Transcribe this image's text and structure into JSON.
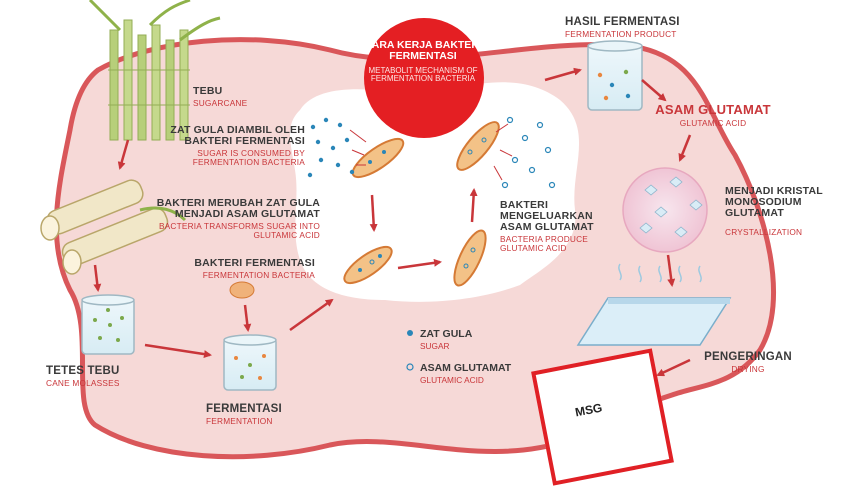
{
  "title": {
    "main": "CARA KERJA BAKTERI FERMENTASI",
    "sub": "METABOLIT MECHANISM OF FERMENTATION BACTERIA"
  },
  "steps": {
    "tebu": {
      "label": "TEBU",
      "sub": "SUGARCANE"
    },
    "zat_gula_diambil": {
      "label": "ZAT GULA DIAMBIL OLEH BAKTERI FERMENTASI",
      "sub": "SUGAR IS CONSUMED BY FERMENTATION BACTERIA"
    },
    "bakteri_merubah": {
      "label": "BAKTERI MERUBAH ZAT GULA MENJADI ASAM GLUTAMAT",
      "sub": "BACTERIA TRANSFORMS SUGAR INTO GLUTAMIC ACID"
    },
    "bakteri_fermentasi": {
      "label": "BAKTERI FERMENTASI",
      "sub": "FERMENTATION BACTERIA"
    },
    "tetes_tebu": {
      "label": "TETES TEBU",
      "sub": "CANE MOLASSES"
    },
    "fermentasi": {
      "label": "FERMENTASI",
      "sub": "FERMENTATION"
    },
    "hasil_fermentasi": {
      "label": "HASIL FERMENTASI",
      "sub": "FERMENTATION PRODUCT"
    },
    "asam_glutamat": {
      "label": "ASAM GLUTAMAT",
      "sub": "GLUTAMIC ACID"
    },
    "bakteri_mengeluarkan": {
      "label": "BAKTERI MENGELUARKAN ASAM GLUTAMAT",
      "sub": "BACTERIA PRODUCE GLUTAMIC ACID"
    },
    "menjadi_kristal": {
      "label": "MENJADI KRISTAL MONOSODIUM GLUTAMAT",
      "sub": "CRYSTALLIZATION"
    },
    "pengeringan": {
      "label": "PENGERINGAN",
      "sub": "DRYING"
    },
    "msg": {
      "label": "MSG"
    }
  },
  "legend": {
    "sugar": {
      "label": "ZAT GULA",
      "sub": "SUGAR"
    },
    "glutamic": {
      "label": "ASAM GLUTAMAT",
      "sub": "GLUTAMIC ACID"
    }
  },
  "colors": {
    "outline": "#d9575a",
    "fill": "#f6d9d7",
    "arrow": "#c9363a",
    "title_bg": "#e41f23",
    "sugar_dot": "#2a86b8",
    "bacteria": "#e8863f",
    "msg_border": "#e02025"
  }
}
